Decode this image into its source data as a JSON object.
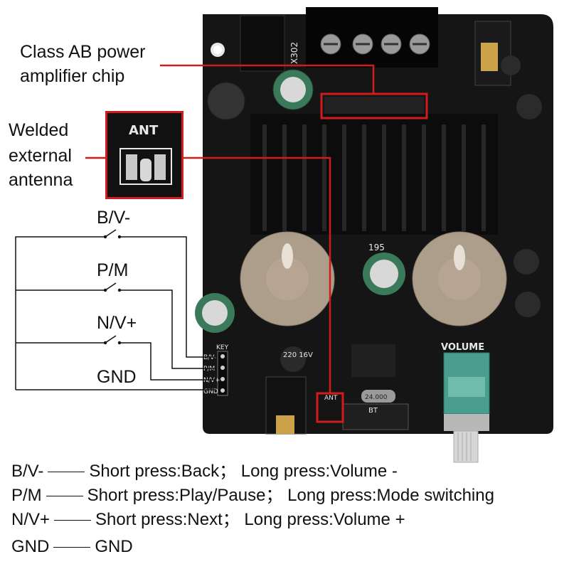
{
  "callouts": {
    "amp_chip_line1": "Class AB power",
    "amp_chip_line2": "amplifier chip",
    "antenna_line1": "Welded",
    "antenna_line2": "external",
    "antenna_line3": "antenna"
  },
  "buttons": [
    {
      "label": "B/V-"
    },
    {
      "label": "P/M"
    },
    {
      "label": "N/V+"
    },
    {
      "label": "GND"
    }
  ],
  "board_silkscreen": {
    "ant": "ANT",
    "volume": "VOLUME",
    "key": "KEY",
    "bt": "BT",
    "x302": "X302",
    "pins": [
      "B/V-",
      "P/M",
      "N/V+",
      "GND"
    ],
    "cap_label": "220 16V",
    "crystal": "24.000",
    "ic": "195"
  },
  "legend": [
    {
      "key": "B/V-",
      "desc": "Short press:Back； Long press:Volume -"
    },
    {
      "key": "P/M",
      "desc": "Short press:Play/Pause； Long press:Mode switching"
    },
    {
      "key": "N/V+",
      "desc": "Short press:Next； Long press:Volume +"
    },
    {
      "key": "GND",
      "desc": "GND"
    }
  ],
  "colors": {
    "callout_line": "#d01c1c",
    "pcb": "#141414",
    "silkscreen": "#e8e8e8",
    "pot": "#4a9e8f"
  }
}
